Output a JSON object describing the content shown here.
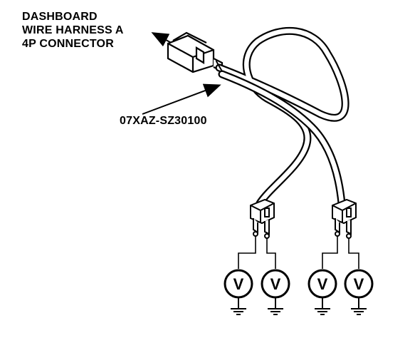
{
  "labels": {
    "connector_line1": "DASHBOARD",
    "connector_line2": "WIRE HARNESS A",
    "connector_line3": "4P CONNECTOR",
    "part_number": "07XAZ-SZ30100"
  },
  "meters": [
    {
      "symbol": "V"
    },
    {
      "symbol": "V"
    },
    {
      "symbol": "V"
    },
    {
      "symbol": "V"
    }
  ],
  "colors": {
    "ink": "#000000",
    "background": "#ffffff"
  }
}
